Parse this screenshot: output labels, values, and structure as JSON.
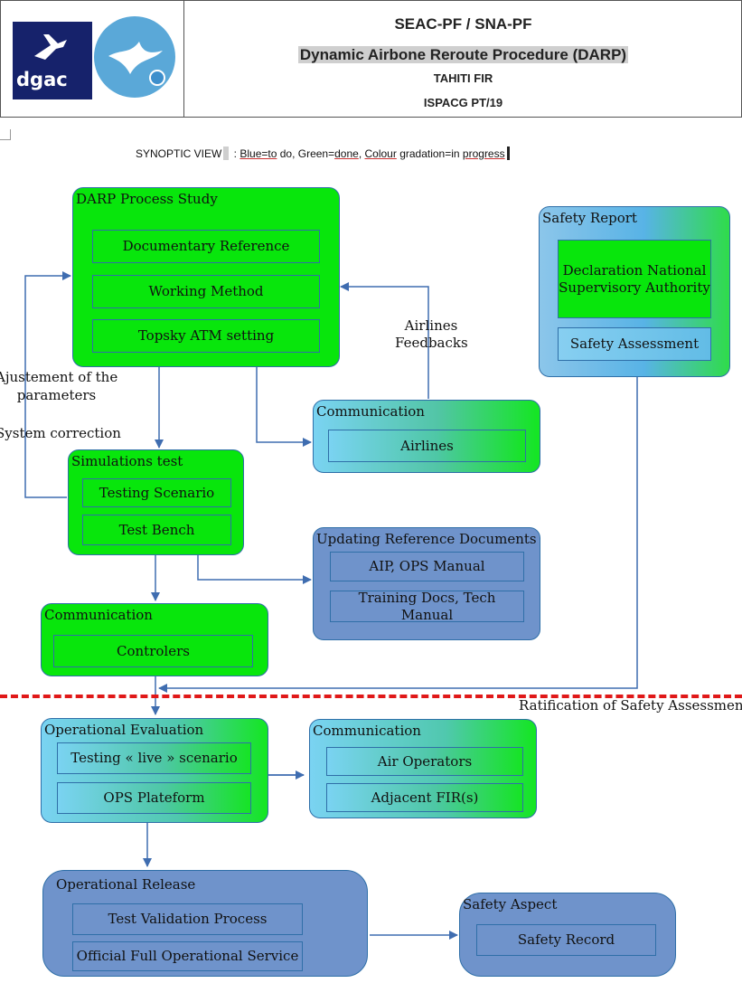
{
  "header": {
    "org_line": "SEAC-PF / SNA-PF",
    "title": "Dynamic Airbone Reroute Procedure (DARP)",
    "fir": "TAHITI FIR",
    "meeting": "ISPACG PT/19",
    "logo_text": "dgac"
  },
  "synoptic": {
    "prefix": "SYNOPTIC VIEW",
    "sep": " : ",
    "blue": "Blue=to",
    "do": " do, Green=",
    "done": "done",
    "comma": ", ",
    "colour": "Colour",
    "grad": " gradation=in ",
    "progress": "progress"
  },
  "boxes": {
    "darp": {
      "title": "DARP Process Study",
      "items": [
        "Documentary Reference",
        "Working Method",
        "Topsky ATM setting"
      ]
    },
    "safety_report": {
      "title": "Safety Report",
      "items": [
        "Declaration National Supervisory Authority",
        "Safety Assessment"
      ]
    },
    "comm_airlines": {
      "title": "Communication",
      "items": [
        "Airlines"
      ]
    },
    "simulations": {
      "title": "Simulations test",
      "items": [
        "Testing Scenario",
        "Test Bench"
      ]
    },
    "updating": {
      "title": "Updating Reference Documents",
      "items": [
        "AIP, OPS Manual",
        "Training Docs, Tech Manual"
      ]
    },
    "comm_controlers": {
      "title": "Communication",
      "items": [
        "Controlers"
      ]
    },
    "op_eval": {
      "title": "Operational Evaluation",
      "items": [
        "Testing « live » scenario",
        "OPS Plateform"
      ]
    },
    "comm_operators": {
      "title": "Communication",
      "items": [
        "Air Operators",
        "Adjacent FIR(s)"
      ]
    },
    "op_release": {
      "title": "Operational Release",
      "items": [
        "Test Validation Process",
        "Official Full Operational Service"
      ]
    },
    "safety_aspect": {
      "title": "Safety Aspect",
      "items": [
        "Safety Record"
      ]
    }
  },
  "labels": {
    "adjust": "Ajustement of the",
    "params": "parameters",
    "system": "System correction",
    "airlines": "Airlines",
    "feedbacks": "Feedbacks",
    "ratification": "Ratification of Safety Assessment"
  },
  "colors": {
    "done_green": "#08e60c",
    "todo_blue": "#6f93cb",
    "arrow": "#3f6db0",
    "dashed_line": "#e01818"
  }
}
